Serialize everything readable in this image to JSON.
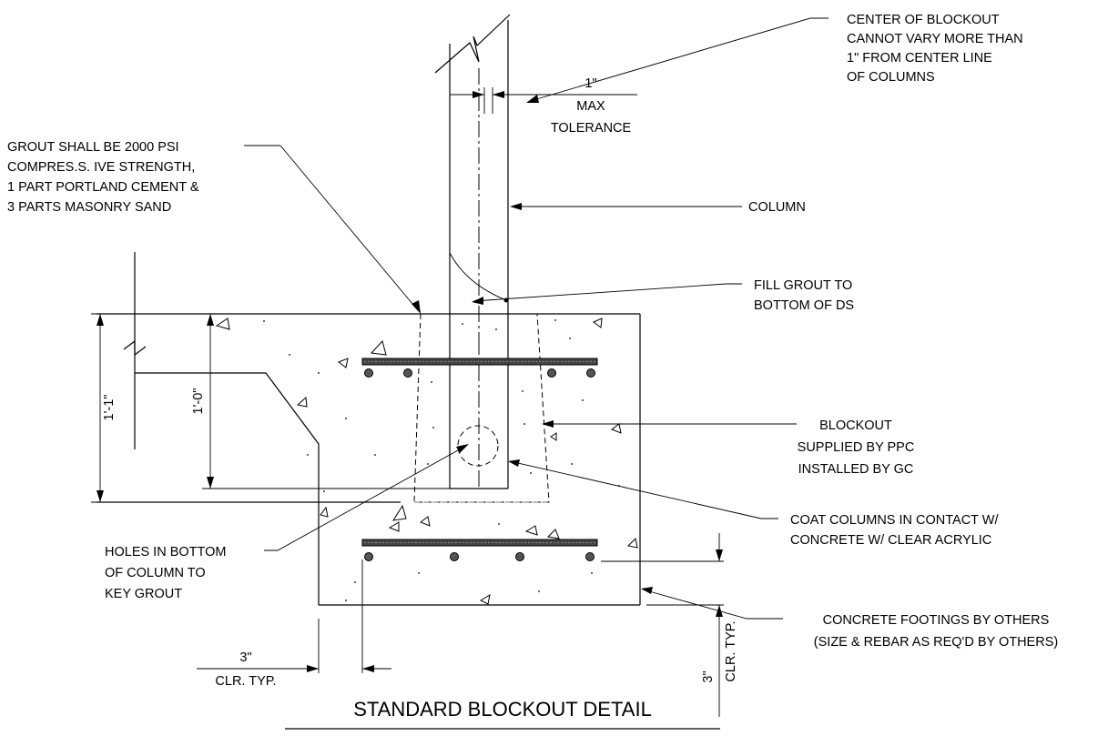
{
  "title": "STANDARD BLOCKOUT DETAIL",
  "notes": {
    "center_of_blockout": [
      "CENTER OF BLOCKOUT",
      "CANNOT VARY MORE THAN",
      "1\" FROM CENTER LINE",
      "OF COLUMNS"
    ],
    "grout": [
      "GROUT SHALL BE 2000 PSI",
      "COMPRES.S. IVE STRENGTH,",
      "1 PART PORTLAND CEMENT &",
      "3 PARTS MASONRY SAND"
    ],
    "column": [
      "COLUMN"
    ],
    "fill_grout": [
      "FILL GROUT TO",
      "BOTTOM OF DS"
    ],
    "blockout": [
      "BLOCKOUT",
      "SUPPLIED BY PPC",
      "INSTALLED BY GC"
    ],
    "coat_columns": [
      "COAT COLUMNS IN CONTACT W/",
      "CONCRETE W/ CLEAR ACRYLIC"
    ],
    "holes": [
      "HOLES IN BOTTOM",
      "OF COLUMN TO",
      "KEY GROUT"
    ],
    "footings": [
      "CONCRETE FOOTINGS BY OTHERS",
      "(SIZE & REBAR AS REQ'D BY OTHERS)"
    ]
  },
  "dimensions": {
    "tolerance_value": "1\"",
    "tolerance_label": [
      "MAX",
      "TOLERANCE"
    ],
    "overall_depth": "1'-1\"",
    "embed_depth": "1'-0\"",
    "side_clear_value": "3\"",
    "side_clear_label": "CLR. TYP.",
    "bottom_clear_value": "3\"",
    "bottom_clear_label": "CLR. TYP."
  }
}
